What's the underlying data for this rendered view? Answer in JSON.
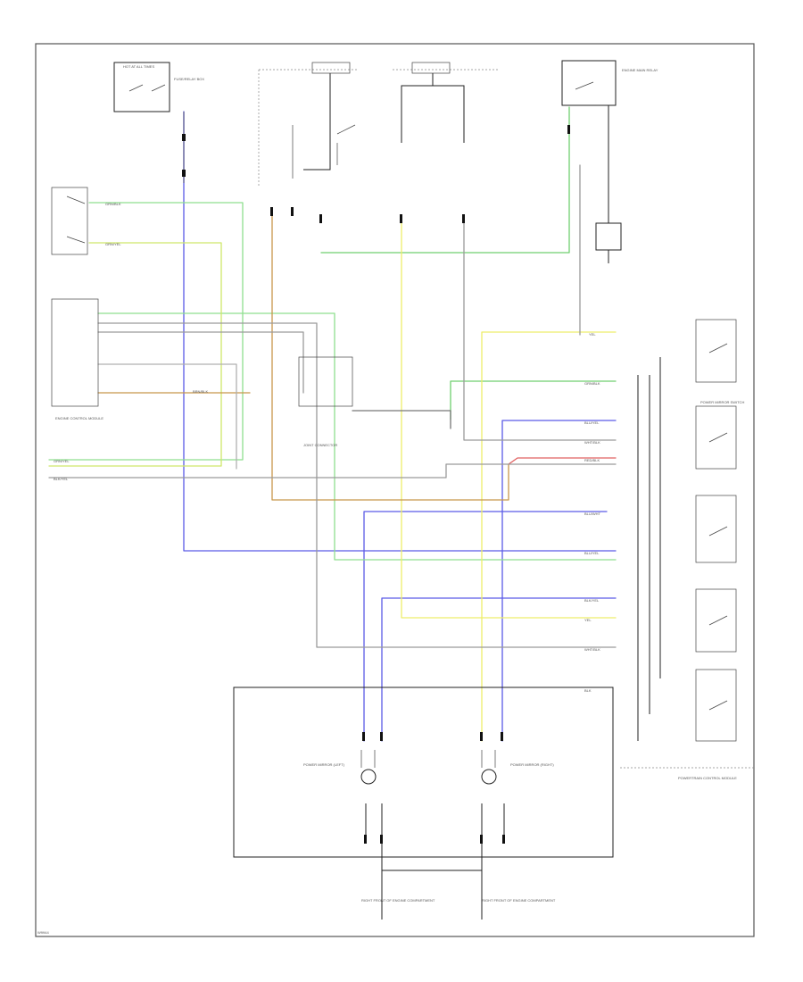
{
  "colors": {
    "blue": "#5a5ae6",
    "green": "#7fd97f",
    "dark_green": "#3bb34a",
    "yellow": "#eded6a",
    "orange": "#c8964a",
    "red": "#e06060",
    "gray": "#9a9a9a",
    "black": "#222222"
  },
  "labels": {
    "fuse_box": "HOT AT ALL TIMES",
    "fuse_box_sub": "FUSE/RELAY BOX",
    "engine_relay": "ENGINE MAIN RELAY",
    "ecm": "ENGINE CONTROL MODULE",
    "pcm_block": "POWERTRAIN CONTROL MODULE",
    "junction": "JOINT CONNECTOR",
    "mirror_left": "POWER MIRROR (LEFT)",
    "mirror_right": "POWER MIRROR (RIGHT)",
    "mirror_switch": "POWER MIRROR SWITCH",
    "ground_left": "RIGHT FRONT OF ENGINE COMPARTMENT",
    "ground_right": "RIGHT FRONT OF ENGINE COMPARTMENT",
    "page_ref": "W9944"
  },
  "wire_labels": {
    "blu_yel": "BLU/YEL",
    "grn_blk": "GRN/BLK",
    "grn_yel": "GRN/YEL",
    "yel": "YEL",
    "blk_yel": "BLK/YEL",
    "wht_blk": "WHT/BLK",
    "red_blk": "RED/BLK",
    "blu_wht": "BLU/WHT",
    "brn_blk": "BRN/BLK",
    "blk": "BLK"
  }
}
